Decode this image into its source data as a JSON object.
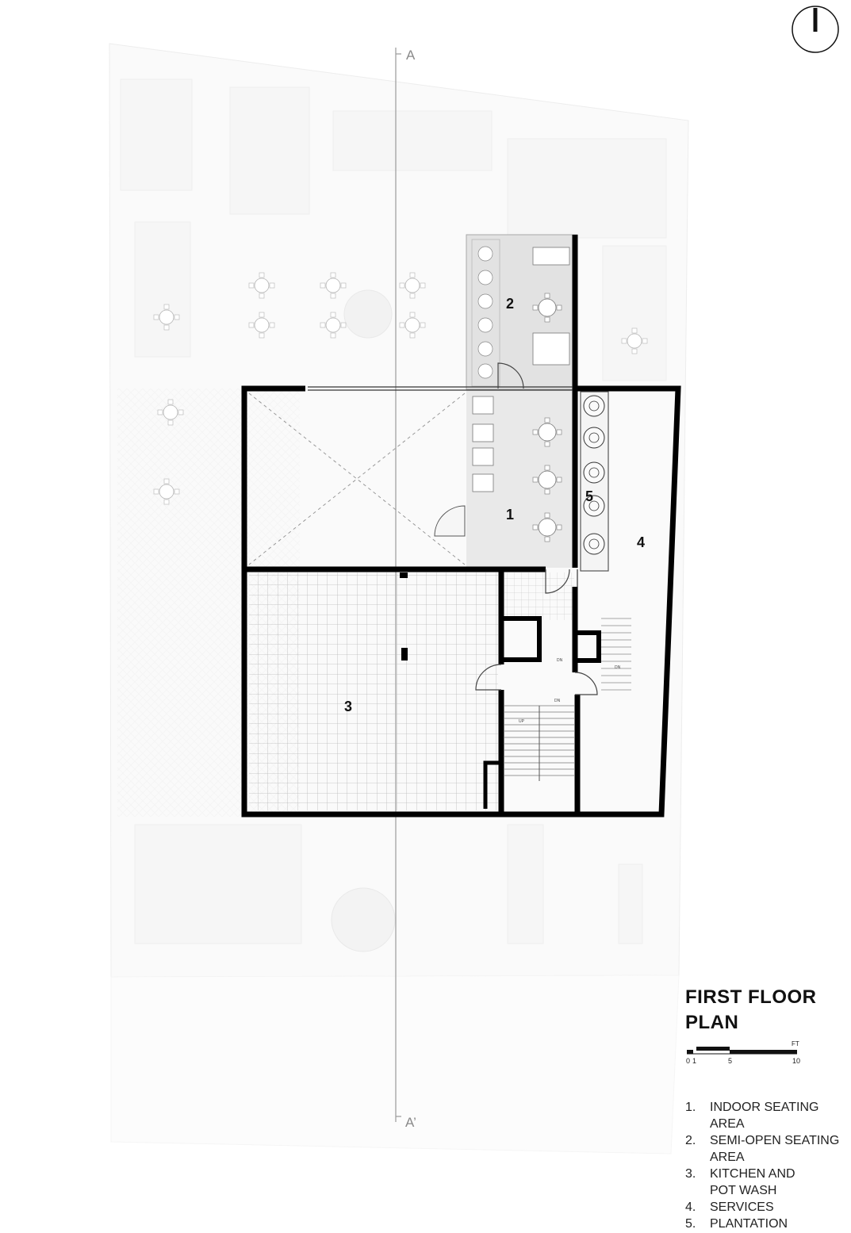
{
  "drawing": {
    "title_line1": "FIRST FLOOR",
    "title_line2": "PLAN",
    "section_top": "A",
    "section_bottom": "A’",
    "scale": {
      "unit": "FT",
      "ticks": [
        "0",
        "1",
        "5",
        "10"
      ]
    },
    "room_tags": [
      "1",
      "2",
      "3",
      "4",
      "5"
    ],
    "stair_labels": {
      "up": "UP",
      "dn": "DN"
    },
    "legend": [
      {
        "num": "1.",
        "lines": [
          "INDOOR SEATING",
          "AREA"
        ]
      },
      {
        "num": "2.",
        "lines": [
          "SEMI-OPEN SEATING",
          "AREA"
        ]
      },
      {
        "num": "3.",
        "lines": [
          "KITCHEN AND",
          "POT WASH"
        ]
      },
      {
        "num": "4.",
        "lines": [
          "SERVICES"
        ]
      },
      {
        "num": "5.",
        "lines": [
          "PLANTATION"
        ]
      }
    ],
    "colors": {
      "wall": "#000000",
      "context": "#e9e9e9",
      "floor_fill": "#eeeeee"
    }
  }
}
